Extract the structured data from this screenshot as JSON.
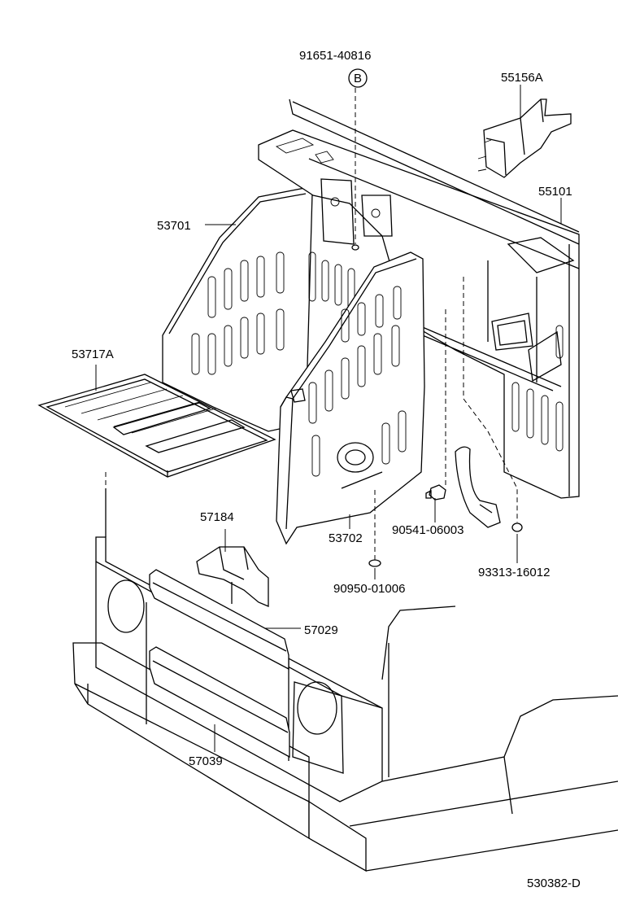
{
  "diagram": {
    "parts": [
      {
        "id": "p91651",
        "label": "91651-40816"
      },
      {
        "id": "p55156a",
        "label": "55156A"
      },
      {
        "id": "p55101",
        "label": "55101"
      },
      {
        "id": "p53701",
        "label": "53701"
      },
      {
        "id": "p53717a",
        "label": "53717A"
      },
      {
        "id": "p57184",
        "label": "57184"
      },
      {
        "id": "p53702",
        "label": "53702"
      },
      {
        "id": "p90541",
        "label": "90541-06003"
      },
      {
        "id": "p93313",
        "label": "93313-16012"
      },
      {
        "id": "p90950",
        "label": "90950-01006"
      },
      {
        "id": "p57029",
        "label": "57029"
      },
      {
        "id": "p57039",
        "label": "57039"
      }
    ],
    "callout_marker": "B",
    "drawing_number": "530382-D"
  }
}
